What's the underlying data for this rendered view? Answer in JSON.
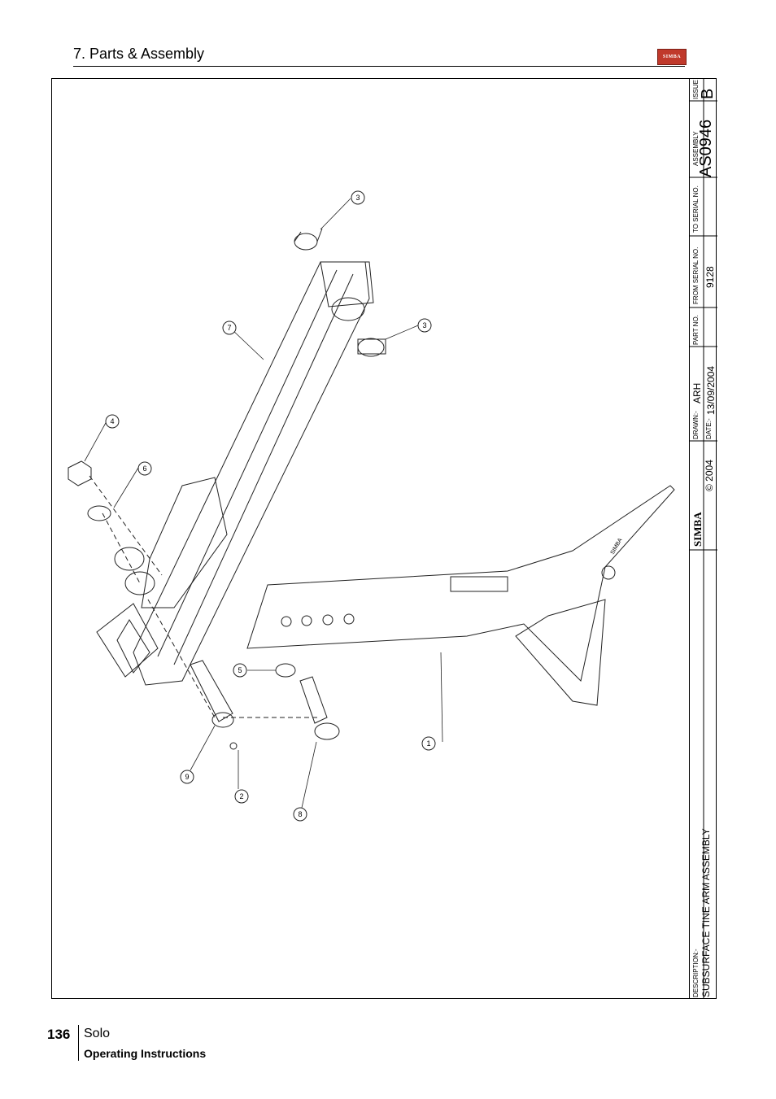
{
  "header": {
    "section_title": "7. Parts & Assembly",
    "logo_text": "SIMBA"
  },
  "title_block": {
    "issue_label": "ISSUE",
    "issue_value": "B",
    "assembly_label": "ASSEMBLY",
    "assembly_value": "AS0946",
    "to_serial_label": "TO SERIAL NO.",
    "from_serial_label": "FROM SERIAL NO.",
    "from_serial_value": "9128",
    "part_no_label": "PART NO.",
    "drawn_label": "DRAWN:-",
    "drawn_value": "ARH",
    "date_label": "DATE:-",
    "date_value": "13/09/2004",
    "brand": "SIMBA",
    "copyright": "© 2004",
    "description_label": "DESCRIPTION:-",
    "description_value": "SUBSURFACE TINE ARM ASSEMBLY"
  },
  "drawing": {
    "callouts": [
      {
        "label": "1"
      },
      {
        "label": "2"
      },
      {
        "label": "3"
      },
      {
        "label": "3"
      },
      {
        "label": "4"
      },
      {
        "label": "5"
      },
      {
        "label": "6"
      },
      {
        "label": "7"
      },
      {
        "label": "8"
      },
      {
        "label": "9"
      }
    ],
    "stamp_text": "SIMBA"
  },
  "footer": {
    "page_number": "136",
    "product": "Solo",
    "subtitle": "Operating Instructions"
  },
  "colors": {
    "logo_red": "#c0392b",
    "ink": "#000000"
  }
}
